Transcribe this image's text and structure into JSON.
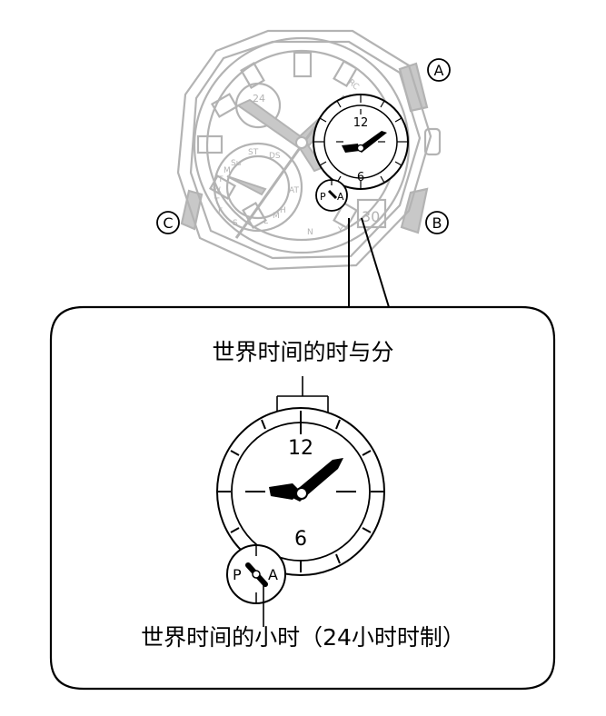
{
  "buttons": {
    "a": "A",
    "b": "B",
    "c": "C"
  },
  "small_watch": {
    "dial_12": "12",
    "dial_6": "6",
    "dial_24": "24",
    "rc": "RC",
    "st": "ST",
    "ds": "DS",
    "at": "AT",
    "su": "Su",
    "m": "M",
    "t": "T",
    "w": "W",
    "f": "F",
    "s": "S",
    "l": "L",
    "h": "H",
    "n": "N",
    "y": "Y",
    "p": "P",
    "am": "A",
    "date": "30"
  },
  "detail": {
    "dial_12": "12",
    "dial_6": "6",
    "pm": "P",
    "am": "A"
  },
  "captions": {
    "hour_minute": "世界时间的时与分",
    "hour_24": "世界时间的小时（24小时时制）"
  },
  "colors": {
    "watch_line": "#b3b3b3",
    "ink": "#000000",
    "strap_fill": "#c8c8c8"
  }
}
